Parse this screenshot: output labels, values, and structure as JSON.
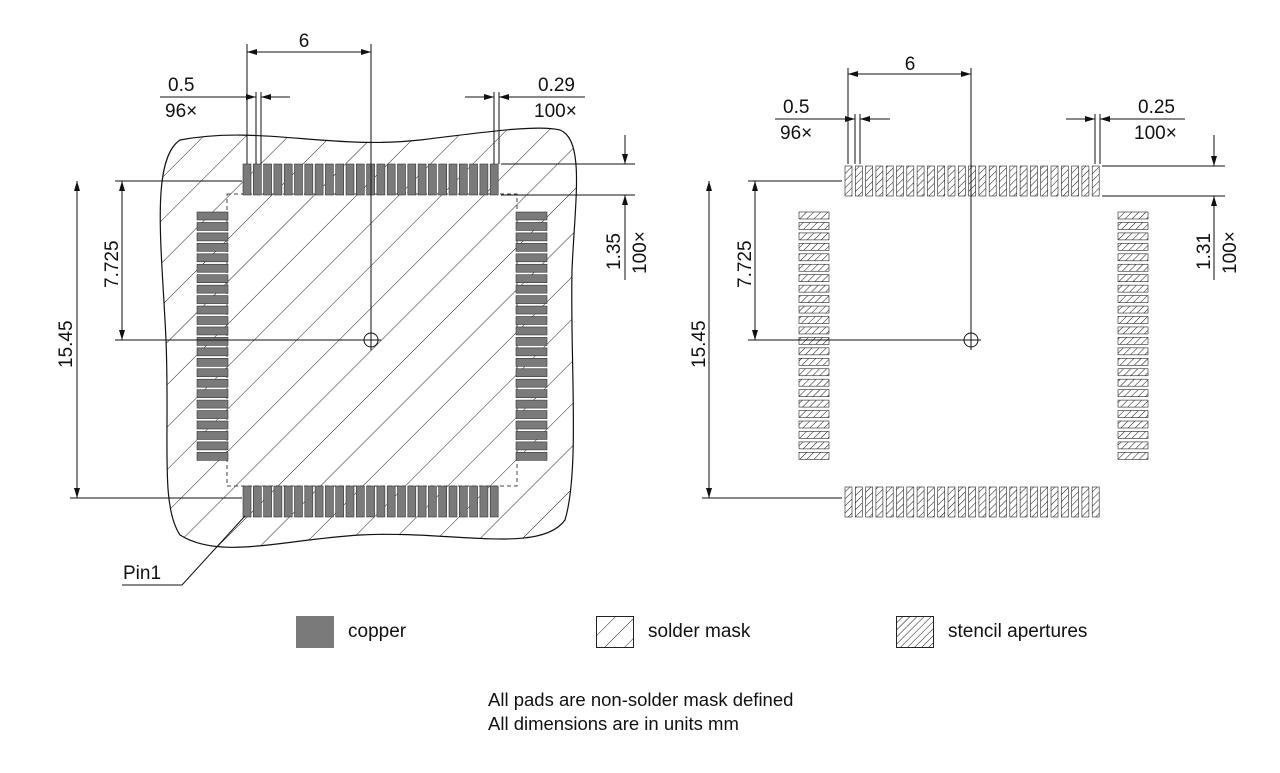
{
  "left_view": {
    "dim_pitch_top": "6",
    "dim_pad_width": "0.5",
    "dim_pad_count": "96×",
    "dim_gap": "0.29",
    "dim_gap_count": "100×",
    "dim_pad_length": "1.35",
    "dim_pad_length_count": "100×",
    "dim_half_span": "7.725",
    "dim_span": "15.45",
    "pin1_label": "Pin1"
  },
  "right_view": {
    "dim_pitch_top": "6",
    "dim_pad_width": "0.5",
    "dim_pad_count": "96×",
    "dim_gap": "0.25",
    "dim_gap_count": "100×",
    "dim_pad_length": "1.31",
    "dim_pad_length_count": "100×",
    "dim_half_span": "7.725",
    "dim_span": "15.45"
  },
  "legend": {
    "copper": "copper",
    "solder_mask": "solder mask",
    "stencil": "stencil apertures"
  },
  "notes": {
    "line1": "All pads are non-solder mask defined",
    "line2": "All dimensions are in units mm"
  },
  "colors": {
    "copper": "#7a7a7a",
    "line": "#111111"
  }
}
